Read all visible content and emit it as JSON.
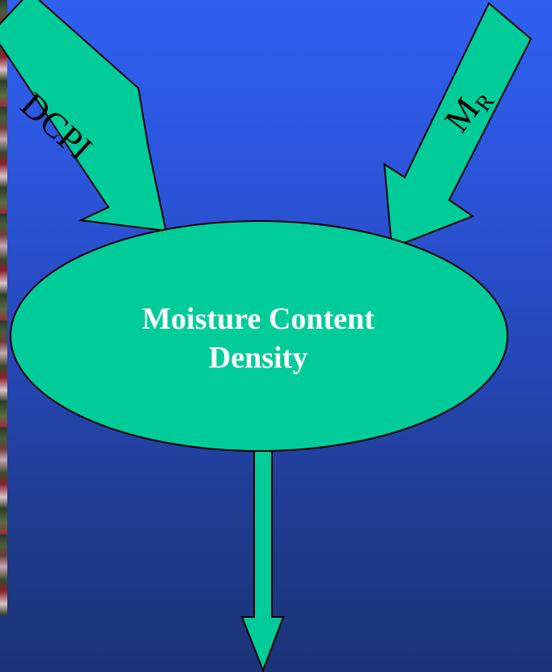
{
  "colors": {
    "background_top": "#3060f0",
    "background_bottom": "#1b3478",
    "shape_fill": "#00cc99",
    "shape_stroke": "#000000",
    "node_text": "#ffffff"
  },
  "inputs": {
    "left_label": "DCPI",
    "right_label_main": "M",
    "right_label_sub": "R"
  },
  "node": {
    "line1": "Moisture Content",
    "line2": "Density"
  }
}
